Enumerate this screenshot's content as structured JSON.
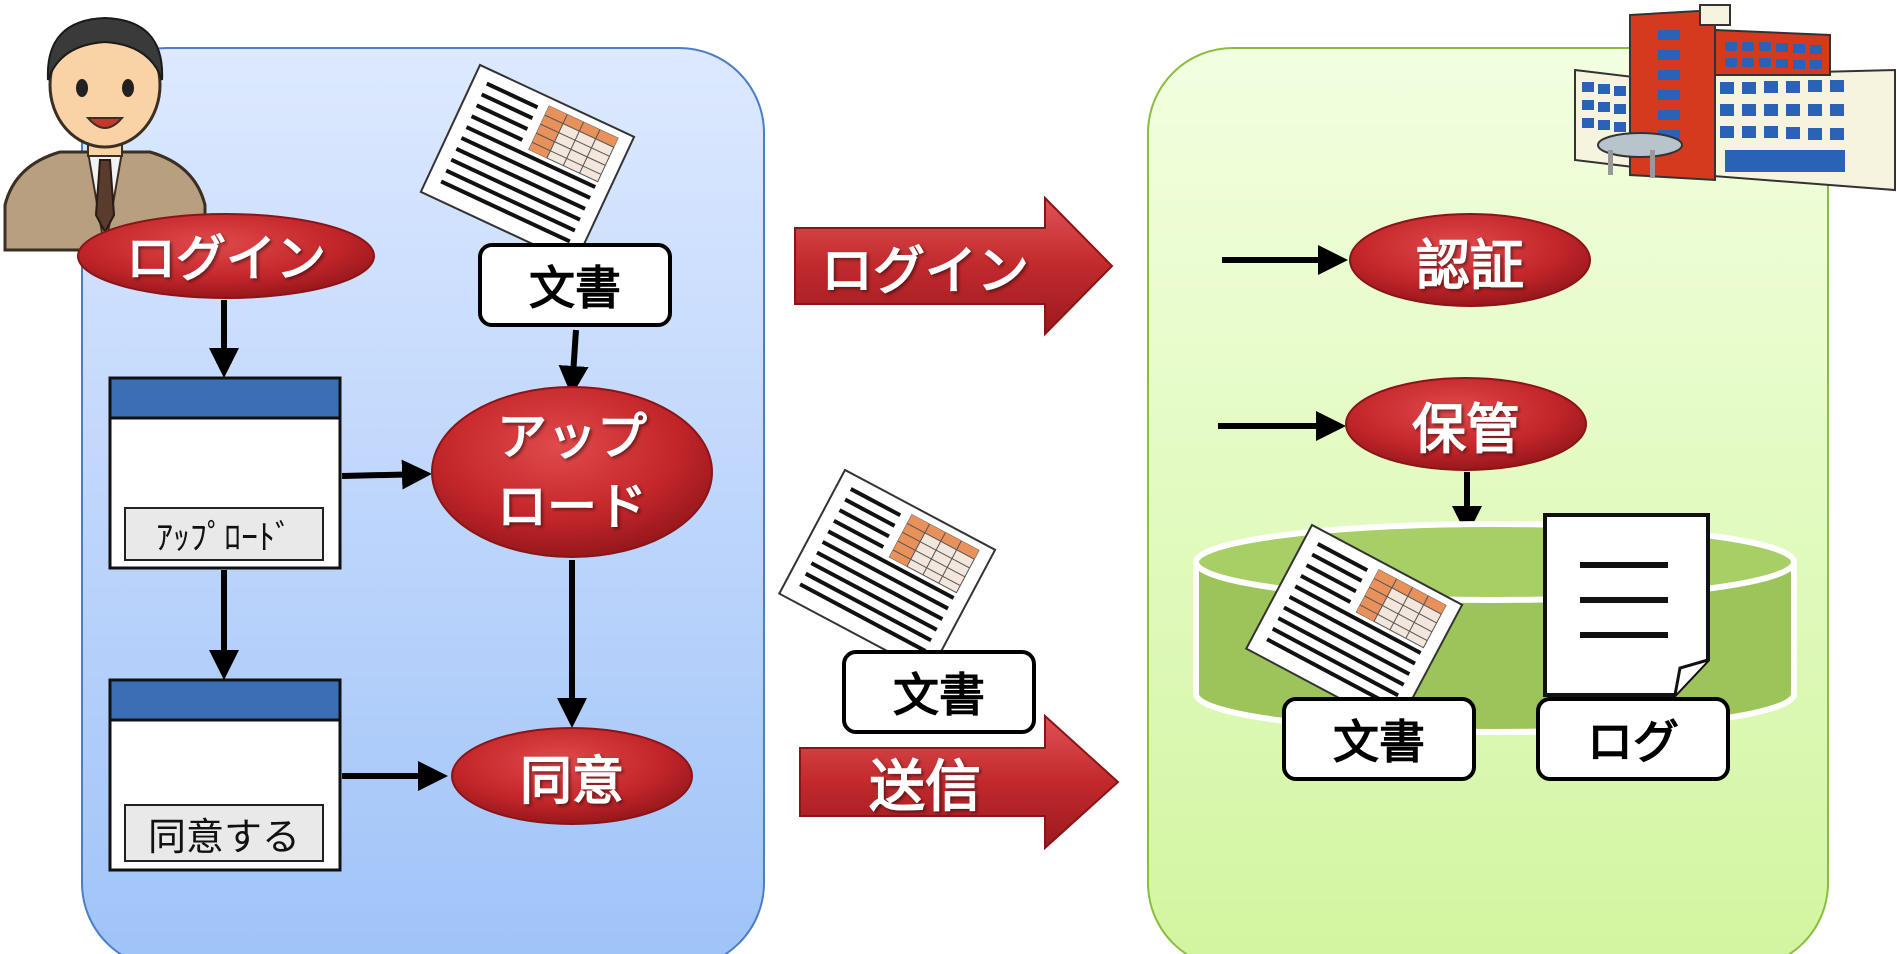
{
  "left_panel": {
    "login": "ログイン",
    "document": "文書",
    "upload": "アップロード",
    "upload_line1": "アップ",
    "upload_line2": "ロード",
    "upload_button": "ｱｯﾌﾟﾛｰﾄﾞ",
    "agree": "同意",
    "agree_button": "同意する"
  },
  "middle": {
    "login_arrow": "ログイン",
    "document": "文書",
    "send_arrow": "送信"
  },
  "right_panel": {
    "auth": "認証",
    "storage": "保管",
    "document": "文書",
    "log": "ログ"
  },
  "colors": {
    "left_panel_top": "#dde9ff",
    "left_panel_bottom": "#9fc3f8",
    "right_panel_top": "#f2ffe0",
    "right_panel_bottom": "#d2f5a0",
    "ellipse_red": "#c8282c",
    "arrow_red": "#c2292d",
    "window_titlebar": "#3a6fb5",
    "cylinder_green": "#9cc45a"
  },
  "icons": {
    "person": "person-icon",
    "building": "building-icon",
    "document": "document-icon",
    "log": "log-sheet-icon",
    "database": "database-icon"
  }
}
